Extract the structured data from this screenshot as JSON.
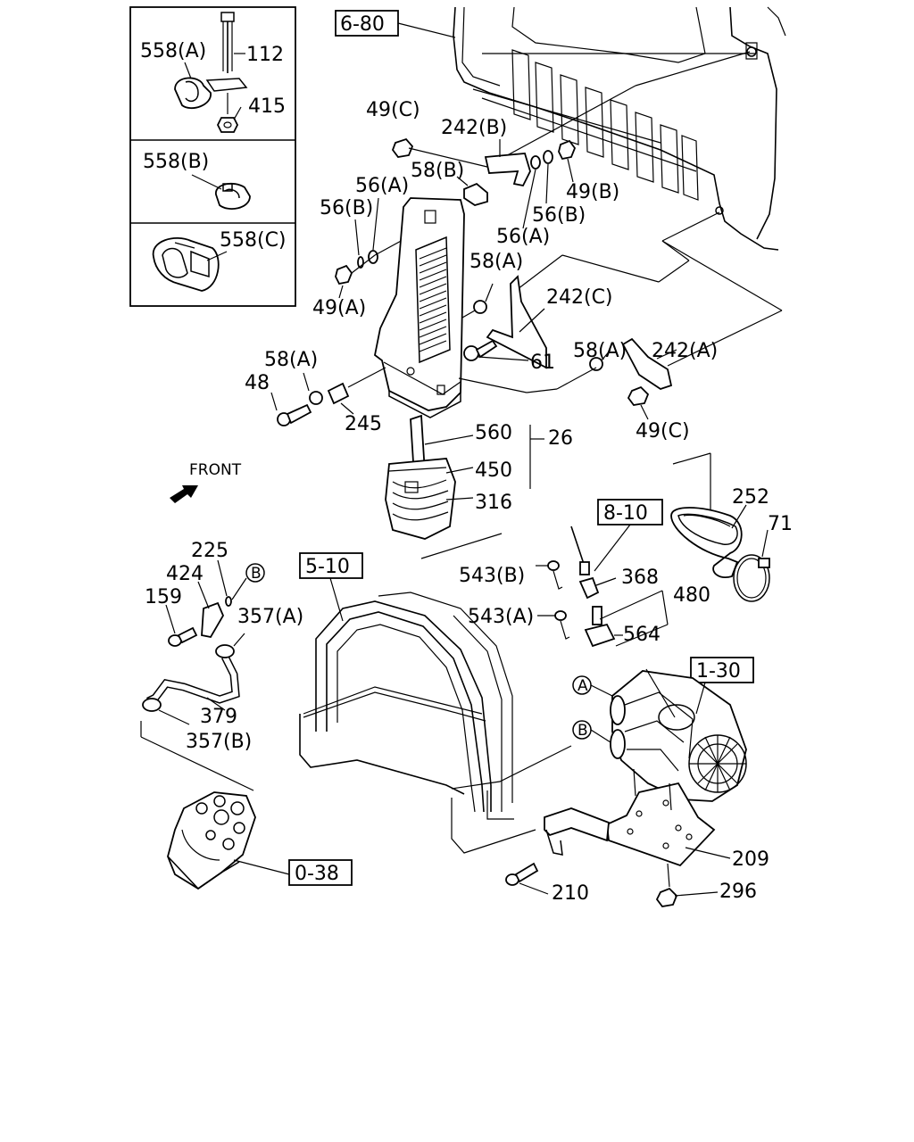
{
  "refs": {
    "r680": "6-80",
    "r810": "8-10",
    "r510": "5-10",
    "r130": "1-30",
    "r038": "0-38"
  },
  "inset": {
    "p558a": "558(A)",
    "p112": "112",
    "p415": "415",
    "p558b": "558(B)",
    "p558c": "558(C)"
  },
  "parts": {
    "p49c_top": "49(C)",
    "p242b": "242(B)",
    "p58b": "58(B)",
    "p56a_top": "56(A)",
    "p56b_top": "56(B)",
    "p49b": "49(B)",
    "p56b_r": "56(B)",
    "p56a_r": "56(A)",
    "p49a": "49(A)",
    "p58a_top": "58(A)",
    "p242c": "242(C)",
    "p58a_mid": "58(A)",
    "p242a": "242(A)",
    "p61": "61",
    "p58a_left": "58(A)",
    "p48": "48",
    "p245": "245",
    "p49c_r": "49(C)",
    "p560": "560",
    "p26": "26",
    "p450": "450",
    "p316": "316",
    "front": "FRONT",
    "p252": "252",
    "p71": "71",
    "p225": "225",
    "p424": "424",
    "cB1": "B",
    "p159": "159",
    "p357a": "357(A)",
    "p543b": "543(B)",
    "p368": "368",
    "p480": "480",
    "p543a": "543(A)",
    "p564": "564",
    "cA": "A",
    "cB2": "B",
    "p379": "379",
    "p357b": "357(B)",
    "p209": "209",
    "p210": "210",
    "p296": "296"
  }
}
